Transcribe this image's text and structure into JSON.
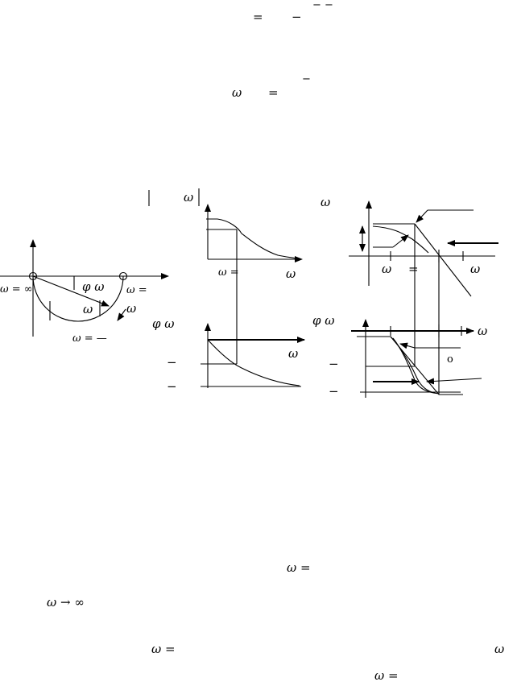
{
  "equations": {
    "eq1_eq": "=",
    "eq1_minus": "−",
    "eq1_bar": "− −",
    "eq2_omega": "ω",
    "eq2_eq": "=",
    "eq2_bar": "−"
  },
  "nyquist": {
    "omega_inf": "ω = ∞",
    "phi_omega": "φ ω",
    "omega_eq": "ω =",
    "omega_label": "ω",
    "omega_arrow": "ω",
    "omega_frac": "ω = —"
  },
  "amplitude": {
    "header": "ω",
    "axis_omega": "ω",
    "omega_eq": "ω =",
    "log_header": "ω",
    "log_omega_left": "ω",
    "log_eq": "=",
    "log_omega_right": "ω"
  },
  "phase": {
    "label": "φ ω",
    "axis_omega": "ω",
    "minus1": "−",
    "minus2": "−",
    "log_label": "φ ω",
    "log_axis_omega": "ω",
    "log_minus1": "−",
    "log_minus2": "−",
    "degree": "o"
  },
  "text": {
    "omega_eq_1": "ω =",
    "omega_to_inf": "ω → ∞",
    "omega_eq_2": "ω =",
    "omega_3": "ω",
    "omega_eq_4": "ω ="
  }
}
